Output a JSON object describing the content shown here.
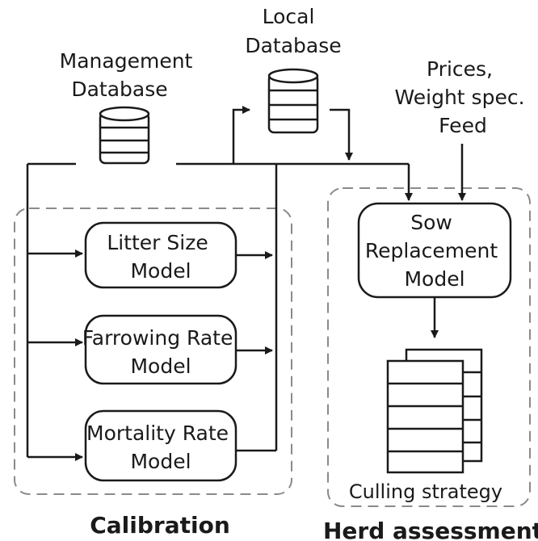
{
  "sources": {
    "management_db": [
      "Management",
      "Database"
    ],
    "local_db": [
      "Local",
      "Database"
    ],
    "inputs": [
      "Prices,",
      "Weight spec.",
      "Feed"
    ]
  },
  "models": {
    "litter_size": [
      "Litter Size",
      "Model"
    ],
    "farrowing_rate": [
      "Farrowing Rate",
      "Model"
    ],
    "mortality_rate": [
      "Mortality Rate",
      "Model"
    ],
    "sow_replacement": [
      "Sow",
      "Replacement",
      "Model"
    ]
  },
  "output": {
    "culling_strategy": "Culling strategy"
  },
  "groups": {
    "calibration": "Calibration",
    "herd_assessment": "Herd assessment"
  },
  "colors": {
    "stroke": "#1a1a1a",
    "group_border": "#8a8a8a",
    "background": "#ffffff"
  }
}
